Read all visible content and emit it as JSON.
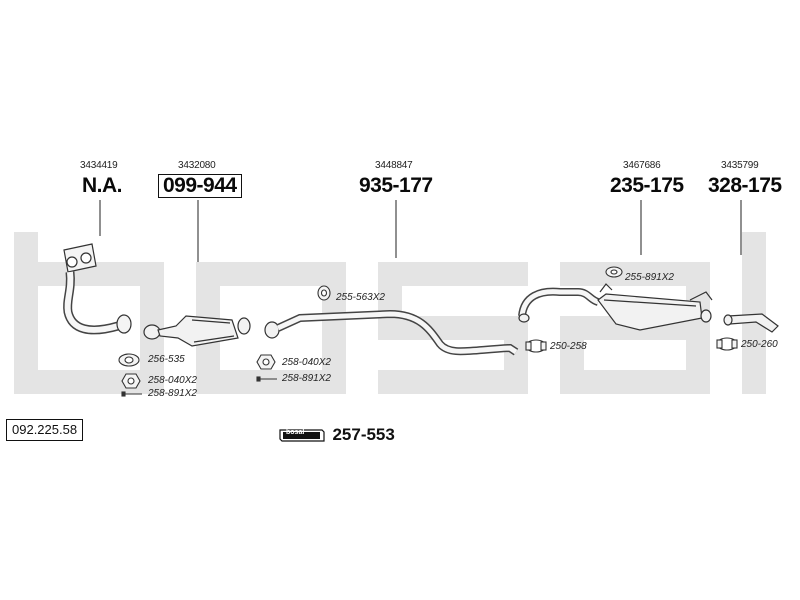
{
  "brand": {
    "watermark": "bosal",
    "badge_text": "bosal",
    "color": "#e6e6e6"
  },
  "ref_number": "092.225.58",
  "parts": [
    {
      "id": "front-pipe",
      "oe": "3434419",
      "number": "N.A.",
      "boxed": false
    },
    {
      "id": "catalyst",
      "oe": "3432080",
      "number": "099-944",
      "boxed": true
    },
    {
      "id": "middle-pipe",
      "oe": "3448847",
      "number": "935-177",
      "boxed": false
    },
    {
      "id": "rear-silencer",
      "oe": "3467686",
      "number": "235-175",
      "boxed": false
    },
    {
      "id": "tail-pipe",
      "oe": "3435799",
      "number": "328-175",
      "boxed": false
    }
  ],
  "accessories": [
    {
      "id": "gasket-a",
      "code": "256-535",
      "icon": "gasket-icon"
    },
    {
      "id": "nut-a",
      "code": "258-040X2",
      "icon": "nut-icon"
    },
    {
      "id": "bolt-a",
      "code": "258-891X2",
      "icon": "bolt-icon"
    },
    {
      "id": "hanger-a",
      "code": "255-563X2",
      "icon": "rubber-hanger-icon"
    },
    {
      "id": "nut-b",
      "code": "258-040X2",
      "icon": "nut-icon"
    },
    {
      "id": "bolt-b",
      "code": "258-891X2",
      "icon": "bolt-icon"
    },
    {
      "id": "clamp-a",
      "code": "250-258",
      "icon": "clamp-icon"
    },
    {
      "id": "hanger-b",
      "code": "255-891X2",
      "icon": "rubber-hanger-icon"
    },
    {
      "id": "clamp-b",
      "code": "250-260",
      "icon": "clamp-icon"
    }
  ],
  "kit": {
    "badge": "bosal",
    "number": "257-553"
  }
}
